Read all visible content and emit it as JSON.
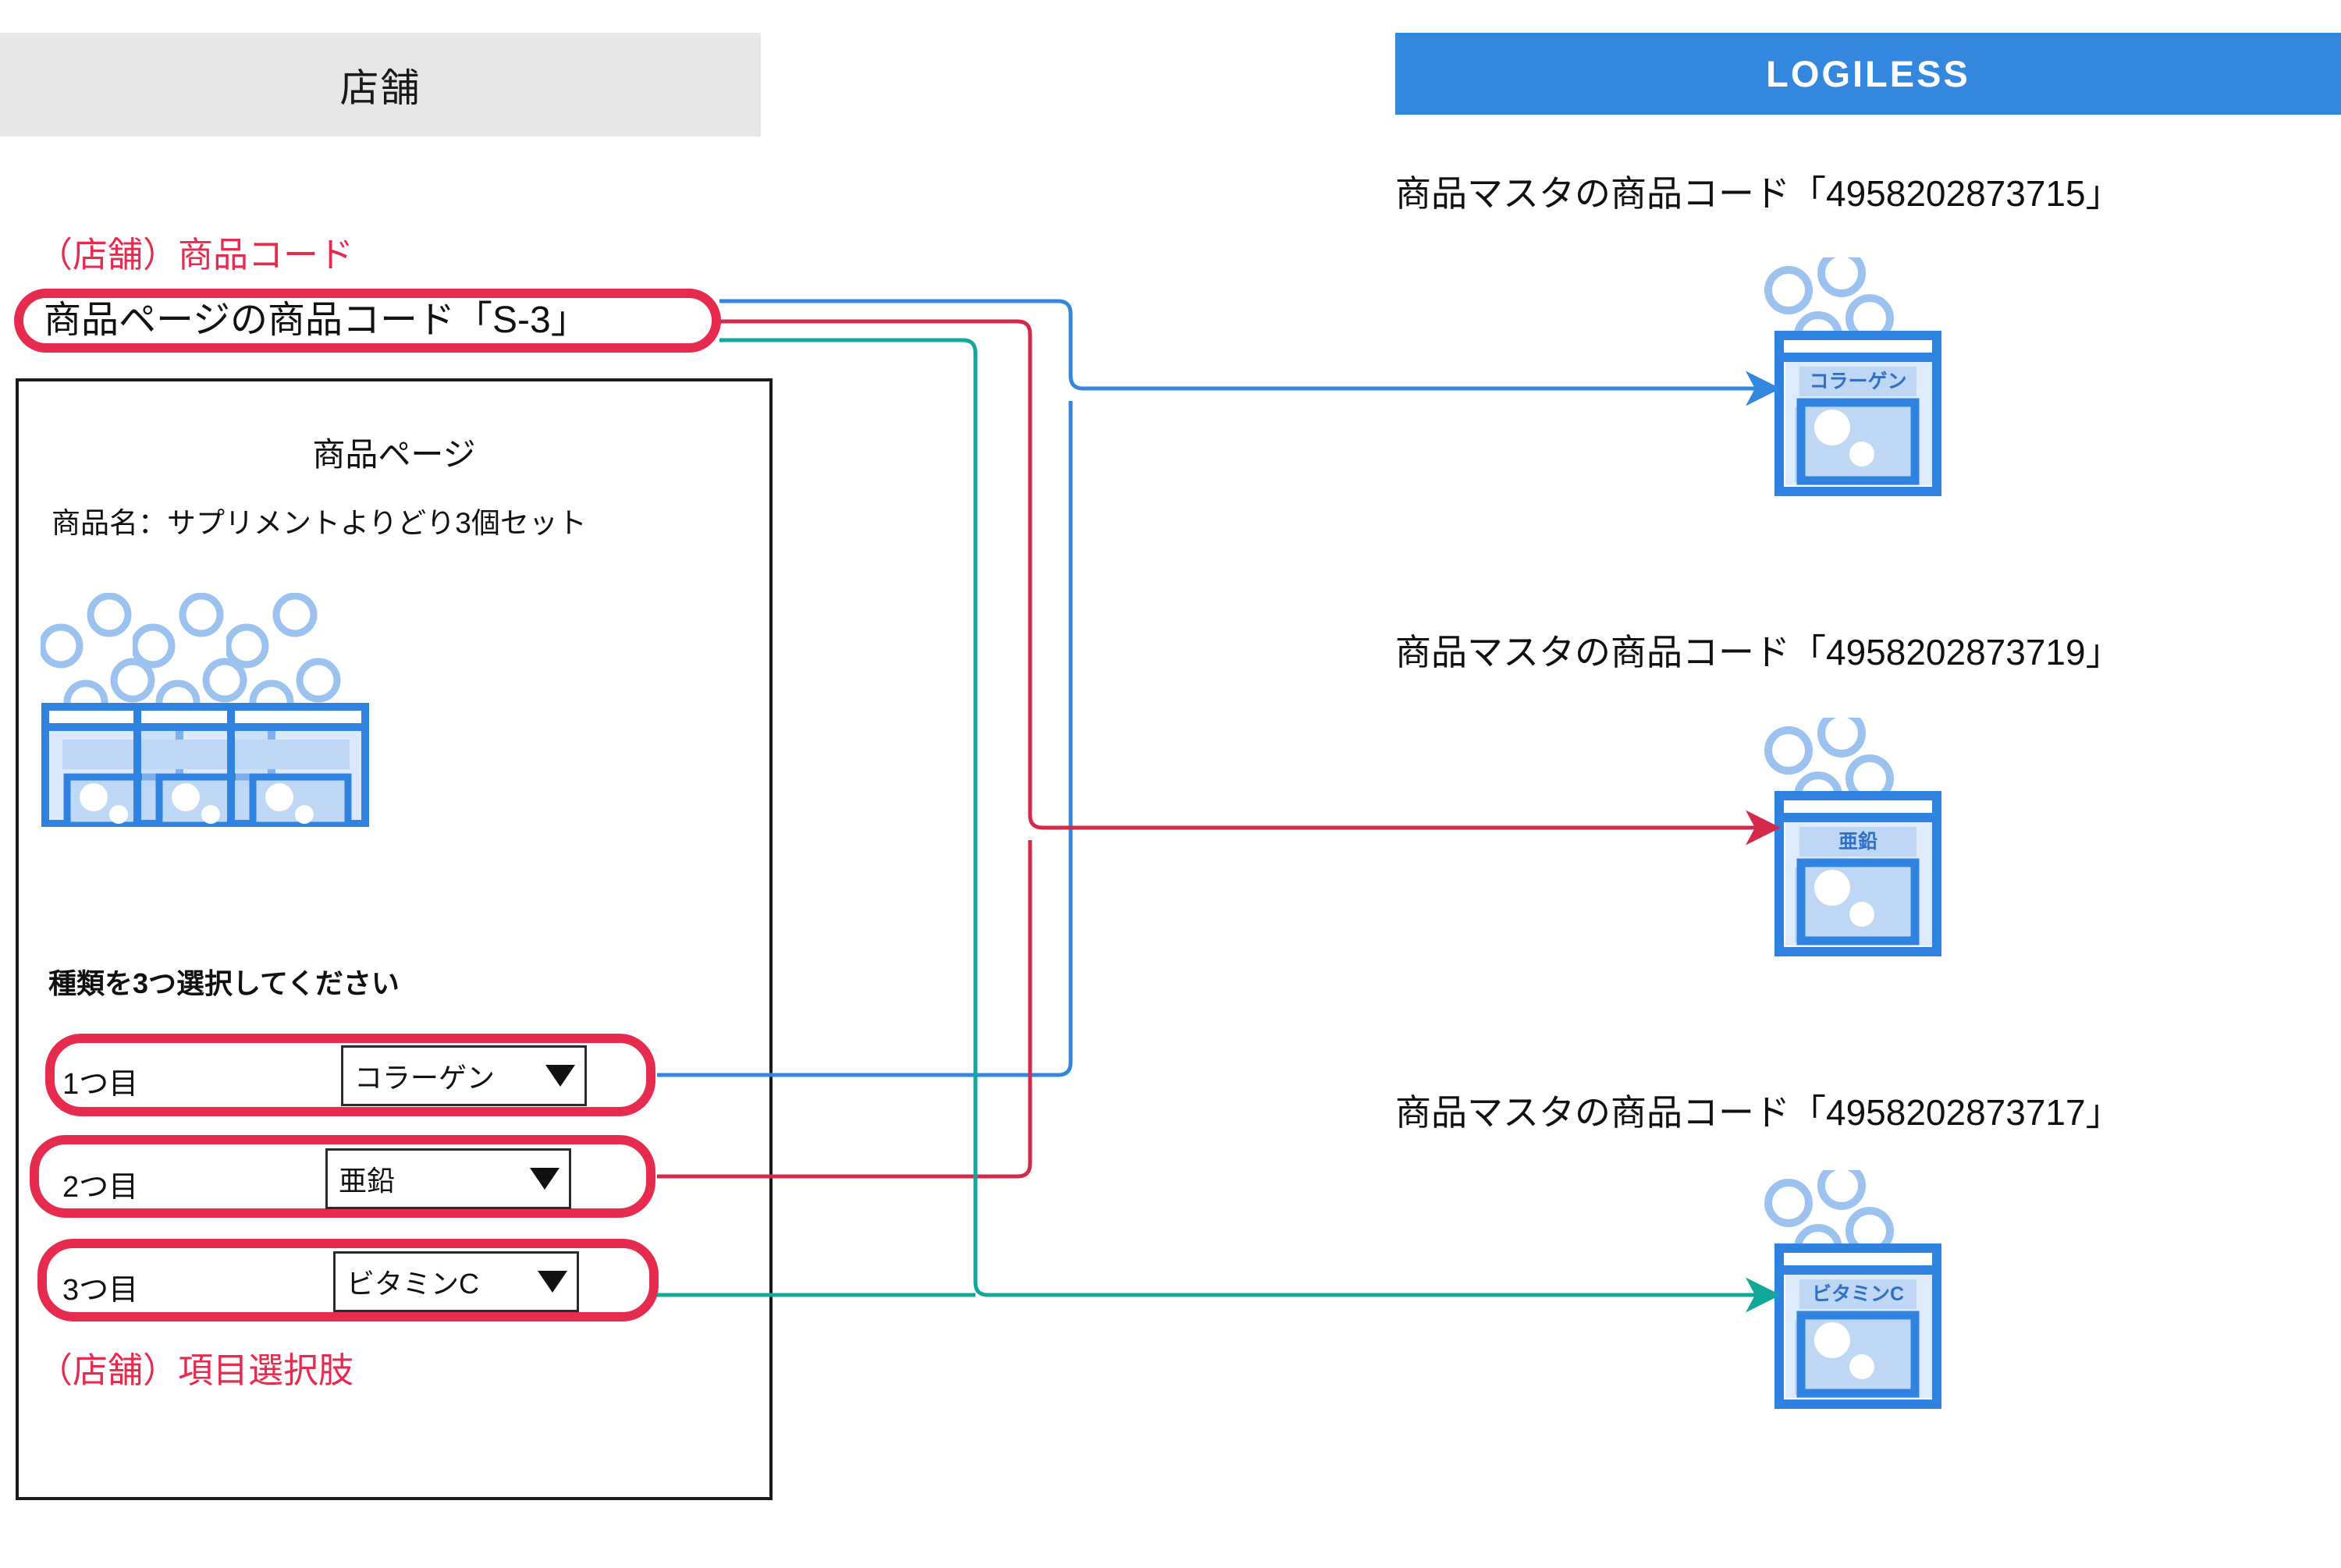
{
  "store": {
    "header_label": "店舗",
    "code_caption": "（店舗）商品コード",
    "code_pill_text": "商品ページの商品コード「S-3」",
    "option_caption": "（店舗）項目選択肢",
    "panel": {
      "title": "商品ページ",
      "product_name": "商品名：サプリメントよりどり3個セット",
      "choose_instruction": "種類を3つ選択してください",
      "options": [
        {
          "label": "1つ目",
          "value": "コラーゲン",
          "caret": "caret-down-icon"
        },
        {
          "label": "2つ目",
          "value": "亜鉛",
          "caret": "caret-down-icon"
        },
        {
          "label": "3つ目",
          "value": "ビタミンC",
          "caret": "caret-down-icon"
        }
      ]
    }
  },
  "logiless": {
    "header_label": "LOGILESS",
    "items": [
      {
        "master_code": "商品マスタの商品コード「4958202873715」",
        "packet_label": "コラーゲン"
      },
      {
        "master_code": "商品マスタの商品コード「4958202873719」",
        "packet_label": "亜鉛"
      },
      {
        "master_code": "商品マスタの商品コード「4958202873717」",
        "packet_label": "ビタミンC"
      }
    ]
  },
  "colors": {
    "brand_blue": "#3387df",
    "accent_red": "#e62b4e",
    "wire_blue": "#3387df",
    "wire_red": "#d4294b",
    "wire_teal": "#11a89a",
    "header_gray": "#e7e7e7",
    "packet_outline": "#2f82e0",
    "packet_fill": "#bed7f5"
  }
}
